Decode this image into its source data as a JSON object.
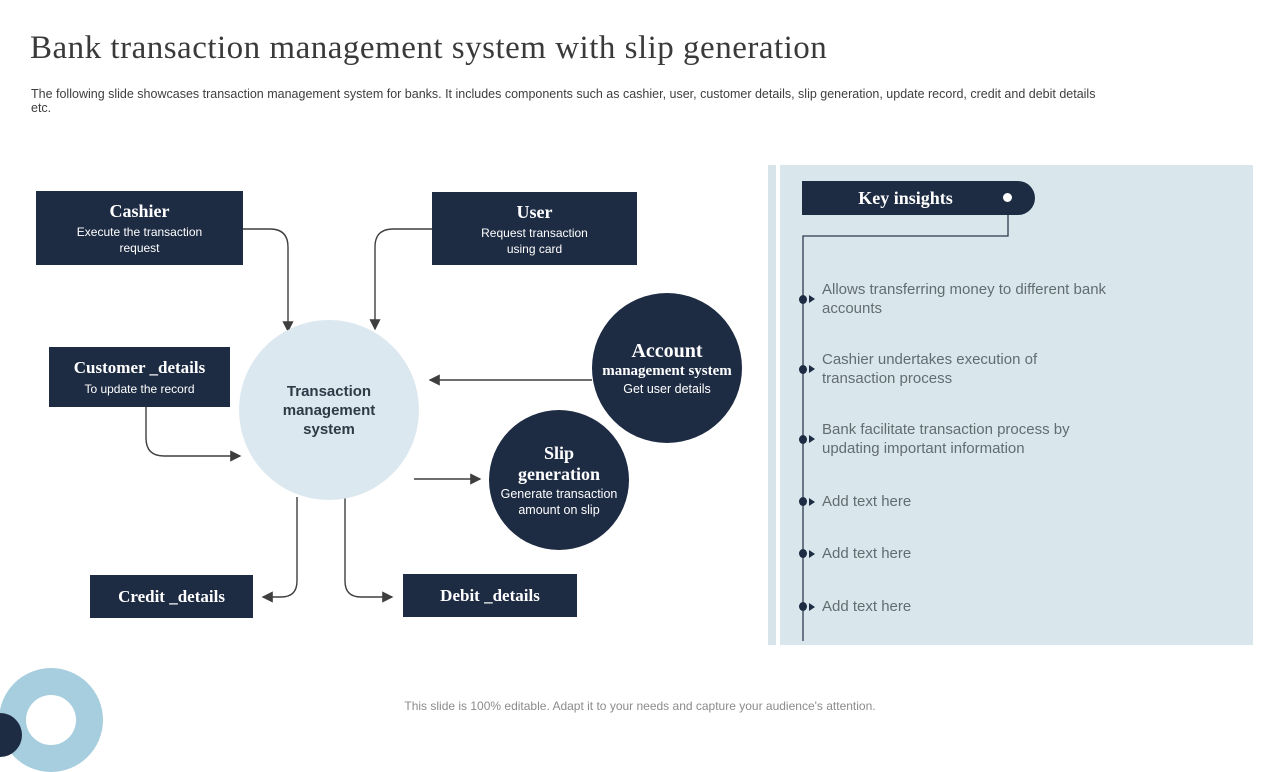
{
  "slide": {
    "title": "Bank transaction management system with slip generation",
    "subtitle": "The following slide showcases transaction management system for banks. It includes components such as cashier, user, customer details, slip generation, update record, credit and debit details etc.",
    "footer": "This slide is 100% editable. Adapt it to your needs and capture your audience's attention."
  },
  "diagram": {
    "center_circle": {
      "title": "Transaction management system"
    },
    "cashier": {
      "title": "Cashier",
      "subtitle": "Execute the transaction request"
    },
    "user": {
      "title": "User",
      "subtitle": "Request transaction using card"
    },
    "customer": {
      "title": "Customer _details",
      "subtitle": "To update the record"
    },
    "account": {
      "title_line1": "Account",
      "title_line2": "management system",
      "subtitle": "Get user details"
    },
    "slip": {
      "title_line1": "Slip",
      "title_line2": "generation",
      "subtitle": "Generate transaction amount on slip"
    },
    "credit": {
      "title": "Credit _details"
    },
    "debit": {
      "title": "Debit _details"
    }
  },
  "insights": {
    "header": "Key insights",
    "items": [
      {
        "text": "Allows transferring money to different bank accounts"
      },
      {
        "text": "Cashier undertakes execution of transaction process"
      },
      {
        "text": "Bank facilitate transaction process by updating important information"
      },
      {
        "text": "Add text here"
      },
      {
        "text": "Add text here"
      },
      {
        "text": "Add text here"
      }
    ]
  },
  "colors": {
    "dark_navy": "#1d2b43",
    "light_circle": "#dce8ef",
    "panel_blue": "#d9e6ec",
    "deco_blue": "#a7cedf",
    "arrow_gray": "#3e3e3e",
    "insight_text": "#626d72"
  }
}
